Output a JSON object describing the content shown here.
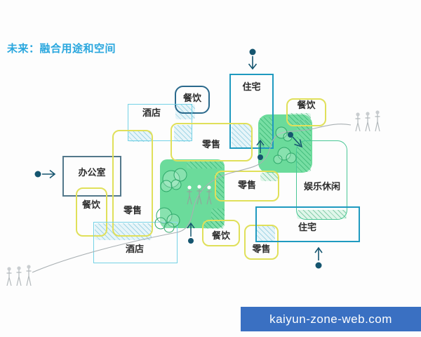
{
  "title": "未来：融合用途和空间",
  "watermark": {
    "text": "kaiyun-zone-web.com"
  },
  "legend_colors": {
    "title_blue": "#2aa7de",
    "dining_navy_border": "#2a698c",
    "residential_blue": "#1f9ac0",
    "hotel_cyan": "#74d2e6",
    "retail_yellow": "#e0e05a",
    "park_green": "#5ed893",
    "leisure_green": "#49c795",
    "office_slate": "#53788b",
    "arrow_teal": "#15556f",
    "banner_blue": "#3a70c2"
  },
  "boxes": [
    {
      "id": "office",
      "label": "办公室"
    },
    {
      "id": "dining-top",
      "label": "餐饮"
    },
    {
      "id": "hotel-top",
      "label": "酒店"
    },
    {
      "id": "residential-top",
      "label": "住宅"
    },
    {
      "id": "dining-top-right",
      "label": "餐饮"
    },
    {
      "id": "retail-left-tall",
      "label": "零售"
    },
    {
      "id": "retail-central",
      "label": "零售"
    },
    {
      "id": "dining-left",
      "label": "餐饮"
    },
    {
      "id": "retail-right",
      "label": "零售"
    },
    {
      "id": "leisure",
      "label": "娱乐休闲"
    },
    {
      "id": "dining-bottom",
      "label": "餐饮"
    },
    {
      "id": "retail-bottom",
      "label": "零售"
    },
    {
      "id": "hotel-bottom",
      "label": "酒店"
    },
    {
      "id": "residential-bottom",
      "label": "住宅"
    }
  ]
}
